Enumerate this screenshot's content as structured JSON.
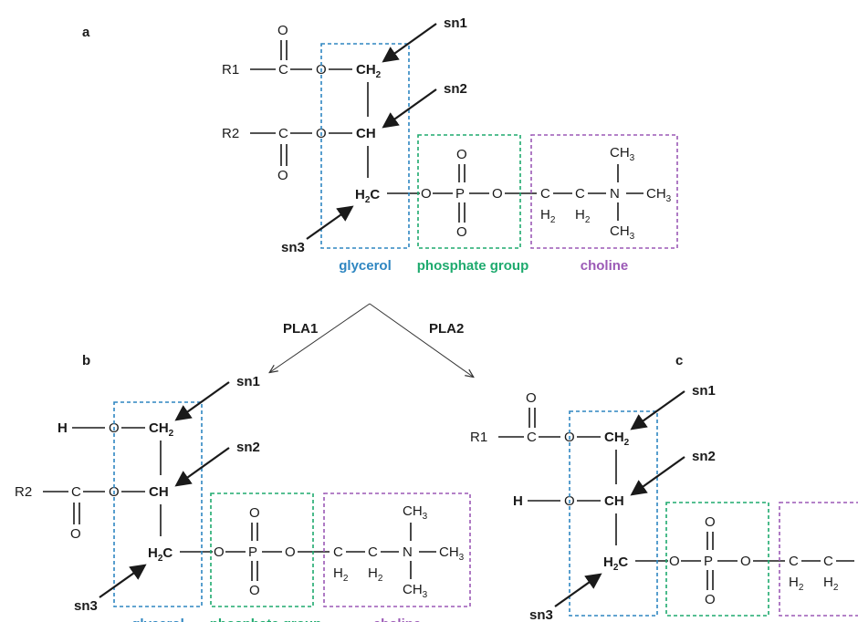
{
  "panels": {
    "a": {
      "letter": "a",
      "r1": "R1",
      "r2": "R2"
    },
    "b": {
      "letter": "b",
      "r1": "H",
      "r2": "R2"
    },
    "c": {
      "letter": "c",
      "r1": "R1",
      "r2": "H"
    }
  },
  "atoms": {
    "O": "O",
    "C": "C",
    "P": "P",
    "N": "N",
    "CH": "CH",
    "CH2": "CH",
    "H2C": "H",
    "H2": "H",
    "CH3": "CH"
  },
  "sub2": "2",
  "sub3": "3",
  "positions": {
    "sn1": "sn1",
    "sn2": "sn2",
    "sn3": "sn3"
  },
  "groups": {
    "glycerol": "glycerol",
    "phosphate": "phosphate group",
    "choline": "choline"
  },
  "enzymes": {
    "pla1": "PLA1",
    "pla2": "PLA2"
  },
  "colors": {
    "glycerol": "#2e86c1",
    "phosphate": "#1eaa6e",
    "choline": "#9b59b6"
  }
}
